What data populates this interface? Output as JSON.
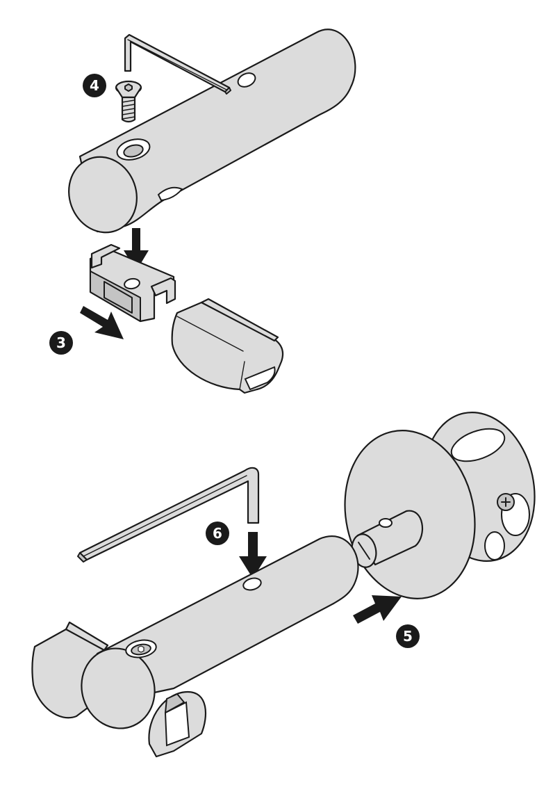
{
  "colors": {
    "part_fill": "#dcdcdc",
    "part_fill_dark": "#c4c4c4",
    "hole_fill": "#ffffff",
    "outline": "#1a1a1a",
    "arrow": "#1a1a1a",
    "badge_fill": "#1a1a1a",
    "badge_text": "#ffffff",
    "background": "#ffffff"
  },
  "steps": [
    {
      "number": "4"
    },
    {
      "number": "3"
    },
    {
      "number": "6"
    },
    {
      "number": "5"
    }
  ],
  "icons": [
    "hex-key-icon",
    "countersunk-screw-icon",
    "push-arrow-icon"
  ]
}
